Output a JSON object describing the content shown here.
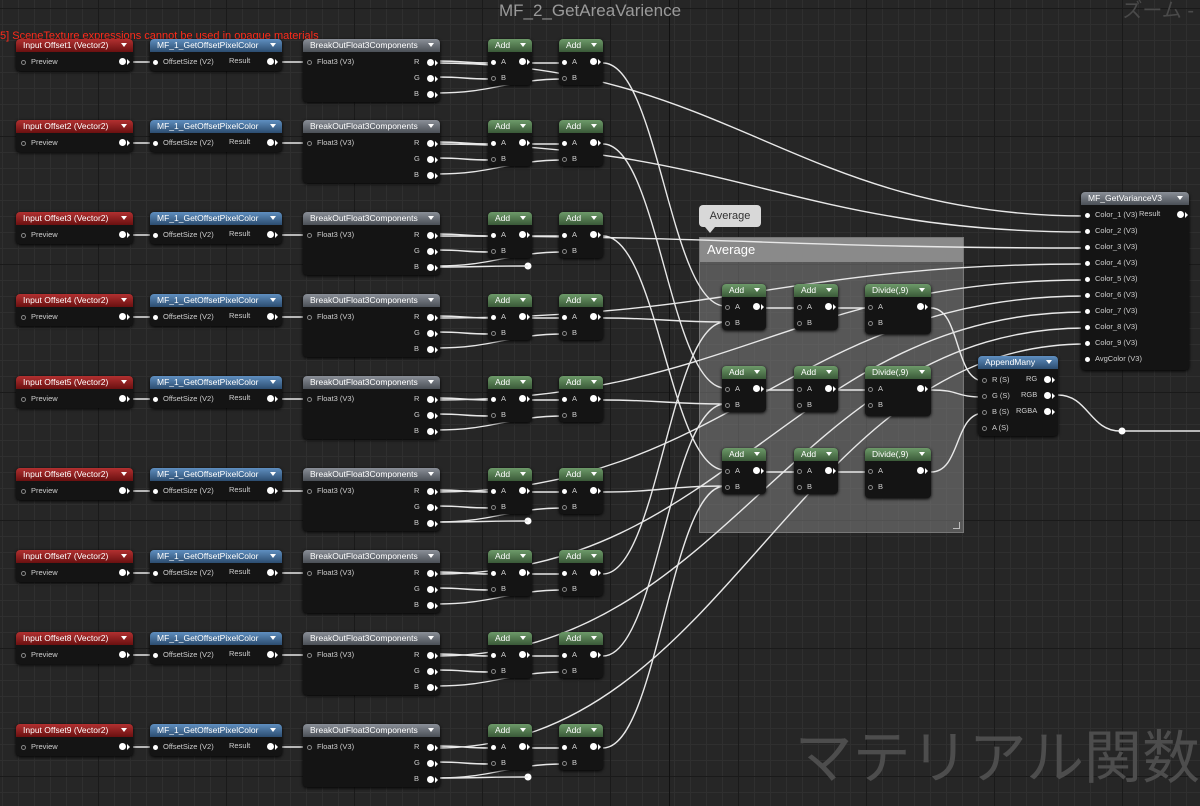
{
  "graph_title": "MF_2_GetAreaVarience",
  "zoom_label": "ズーム -",
  "error_message": "5] SceneTexture expressions cannot be used in opaque materials",
  "watermark": "マテリアル関数",
  "comment": {
    "bubble": "Average",
    "title": "Average"
  },
  "rows": [
    {
      "input": "Input Offset1 (Vector2)",
      "preview": "Preview",
      "pixel": "MF_1_GetOffsetPixelColor",
      "offset_size": "OffsetSize (V2)",
      "result": "Result",
      "breakout": "BreakOutFloat3Components",
      "float3": "Float3 (V3)",
      "r": "R",
      "g": "G",
      "b": "B"
    },
    {
      "input": "Input Offset2 (Vector2)",
      "preview": "Preview",
      "pixel": "MF_1_GetOffsetPixelColor",
      "offset_size": "OffsetSize (V2)",
      "result": "Result",
      "breakout": "BreakOutFloat3Components",
      "float3": "Float3 (V3)",
      "r": "R",
      "g": "G",
      "b": "B"
    },
    {
      "input": "Input Offset3 (Vector2)",
      "preview": "Preview",
      "pixel": "MF_1_GetOffsetPixelColor",
      "offset_size": "OffsetSize (V2)",
      "result": "Result",
      "breakout": "BreakOutFloat3Components",
      "float3": "Float3 (V3)",
      "r": "R",
      "g": "G",
      "b": "B"
    },
    {
      "input": "Input Offset4 (Vector2)",
      "preview": "Preview",
      "pixel": "MF_1_GetOffsetPixelColor",
      "offset_size": "OffsetSize (V2)",
      "result": "Result",
      "breakout": "BreakOutFloat3Components",
      "float3": "Float3 (V3)",
      "r": "R",
      "g": "G",
      "b": "B"
    },
    {
      "input": "Input Offset5 (Vector2)",
      "preview": "Preview",
      "pixel": "MF_1_GetOffsetPixelColor",
      "offset_size": "OffsetSize (V2)",
      "result": "Result",
      "breakout": "BreakOutFloat3Components",
      "float3": "Float3 (V3)",
      "r": "R",
      "g": "G",
      "b": "B"
    },
    {
      "input": "Input Offset6 (Vector2)",
      "preview": "Preview",
      "pixel": "MF_1_GetOffsetPixelColor",
      "offset_size": "OffsetSize (V2)",
      "result": "Result",
      "breakout": "BreakOutFloat3Components",
      "float3": "Float3 (V3)",
      "r": "R",
      "g": "G",
      "b": "B"
    },
    {
      "input": "Input Offset7 (Vector2)",
      "preview": "Preview",
      "pixel": "MF_1_GetOffsetPixelColor",
      "offset_size": "OffsetSize (V2)",
      "result": "Result",
      "breakout": "BreakOutFloat3Components",
      "float3": "Float3 (V3)",
      "r": "R",
      "g": "G",
      "b": "B"
    },
    {
      "input": "Input Offset8 (Vector2)",
      "preview": "Preview",
      "pixel": "MF_1_GetOffsetPixelColor",
      "offset_size": "OffsetSize (V2)",
      "result": "Result",
      "breakout": "BreakOutFloat3Components",
      "float3": "Float3 (V3)",
      "r": "R",
      "g": "G",
      "b": "B"
    },
    {
      "input": "Input Offset9 (Vector2)",
      "preview": "Preview",
      "pixel": "MF_1_GetOffsetPixelColor",
      "offset_size": "OffsetSize (V2)",
      "result": "Result",
      "breakout": "BreakOutFloat3Components",
      "float3": "Float3 (V3)",
      "r": "R",
      "g": "G",
      "b": "B"
    }
  ],
  "add_node": {
    "title": "Add",
    "a": "A",
    "b": "B"
  },
  "divide_node": {
    "title": "Divide(,9)",
    "a": "A",
    "b": "B"
  },
  "append_many": {
    "title": "AppendMany",
    "inputs": [
      "R (S)",
      "G (S)",
      "B (S)",
      "A (S)"
    ],
    "outputs": [
      "RG",
      "RGB",
      "RGBA"
    ]
  },
  "variance": {
    "title": "MF_GetVarianceV3",
    "inputs": [
      "Color_1 (V3)",
      "Color_2 (V3)",
      "Color_3 (V3)",
      "Color_4 (V3)",
      "Color_5 (V3)",
      "Color_6 (V3)",
      "Color_7 (V3)",
      "Color_8 (V3)",
      "Color_9 (V3)",
      "AvgColor (V3)"
    ],
    "output": "Result"
  }
}
